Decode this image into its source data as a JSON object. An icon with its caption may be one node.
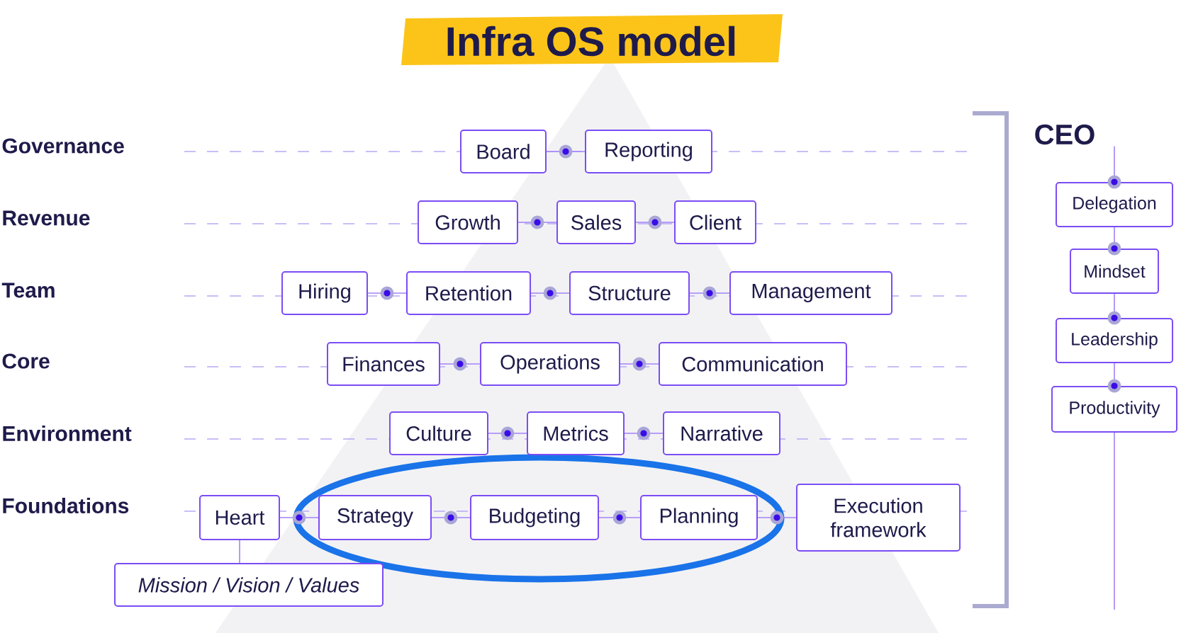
{
  "diagram": {
    "title": "Infra OS model",
    "nodes": [
      {
        "text": [
          "Board"
        ]
      },
      {
        "text": [
          "Reporting"
        ]
      },
      {
        "text": [
          "Growth"
        ]
      },
      {
        "text": [
          "Sales"
        ]
      },
      {
        "text": [
          "Client"
        ]
      },
      {
        "text": [
          "Hiring"
        ]
      },
      {
        "text": [
          "Retention"
        ]
      },
      {
        "text": [
          "Structure"
        ]
      },
      {
        "text": [
          "Management"
        ]
      },
      {
        "text": [
          "Finances"
        ]
      },
      {
        "text": [
          "Operations"
        ]
      },
      {
        "text": [
          "Communication"
        ]
      },
      {
        "text": [
          "Culture"
        ]
      },
      {
        "text": [
          "Metrics"
        ]
      },
      {
        "text": [
          "Narrative"
        ]
      },
      {
        "text": [
          "Heart"
        ]
      },
      {
        "text": [
          "Strategy"
        ]
      },
      {
        "text": [
          "Budgeting"
        ]
      },
      {
        "text": [
          "Planning"
        ]
      },
      {
        "text": [
          "Execution framework"
        ]
      },
      {
        "text": [
          "Mission / Vision / Values"
        ]
      },
      {
        "text": [
          "CEO"
        ]
      },
      {
        "text": [
          "Delegation"
        ]
      },
      {
        "text": [
          "Mindset"
        ]
      },
      {
        "text": [
          "Leadership"
        ]
      },
      {
        "text": [
          "Productivity"
        ]
      }
    ],
    "edges": [
      {
        "from": 0,
        "to": 1,
        "arrow": "none"
      },
      {
        "from": 2,
        "to": 3,
        "arrow": "none"
      },
      {
        "from": 3,
        "to": 4,
        "arrow": "none"
      },
      {
        "from": 5,
        "to": 6,
        "arrow": "none"
      },
      {
        "from": 6,
        "to": 7,
        "arrow": "none"
      },
      {
        "from": 7,
        "to": 8,
        "arrow": "none"
      },
      {
        "from": 9,
        "to": 10,
        "arrow": "none"
      },
      {
        "from": 10,
        "to": 11,
        "arrow": "none"
      },
      {
        "from": 12,
        "to": 13,
        "arrow": "none"
      },
      {
        "from": 13,
        "to": 14,
        "arrow": "none"
      },
      {
        "from": 15,
        "to": 16,
        "arrow": "none"
      },
      {
        "from": 16,
        "to": 17,
        "arrow": "none"
      },
      {
        "from": 17,
        "to": 18,
        "arrow": "none"
      },
      {
        "from": 18,
        "to": 19,
        "arrow": "none"
      },
      {
        "from": 15,
        "to": 20,
        "arrow": "none"
      },
      {
        "from": 21,
        "to": 22,
        "arrow": "other"
      },
      {
        "from": 22,
        "to": 23,
        "arrow": "other"
      },
      {
        "from": 23,
        "to": 24,
        "arrow": "other"
      },
      {
        "from": 24,
        "to": 25,
        "arrow": "other"
      },
      {
        "from": 25,
        "to": null,
        "arrow": "none"
      }
    ],
    "labels": [
      "Governance",
      "Revenue",
      "Team",
      "Core",
      "Environment",
      "Foundations"
    ]
  }
}
